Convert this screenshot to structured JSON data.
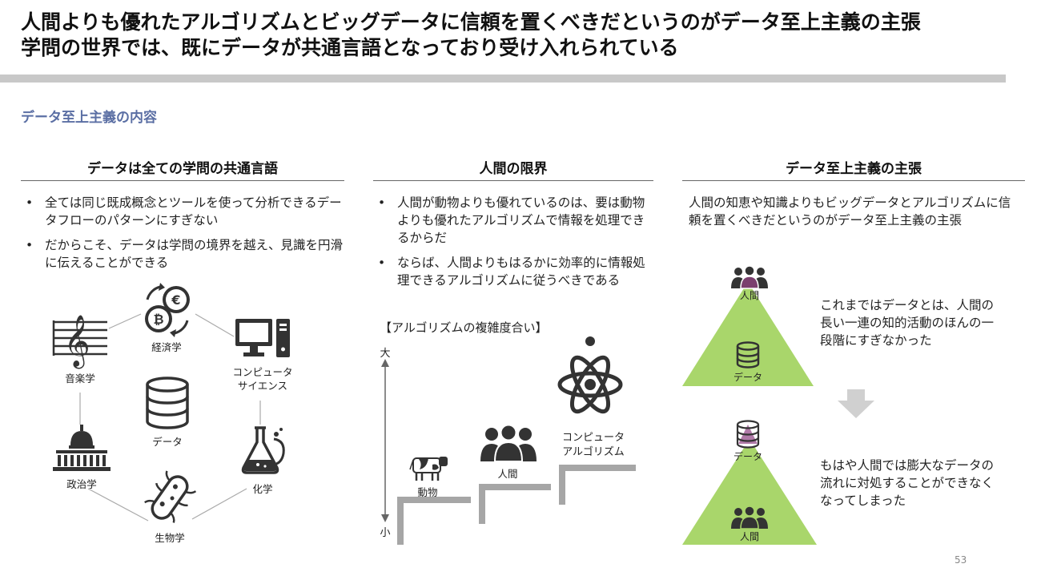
{
  "title": {
    "line1": "人間よりも優れたアルゴリズムとビッグデータに信頼を置くべきだというのがデータ至上主義の主張",
    "line2": "学問の世界では、既にデータが共通言語となっており受け入れられている"
  },
  "subtitle": "データ至上主義の内容",
  "col1": {
    "heading": "データは全ての学問の共通言語",
    "bullets": [
      "全ては同じ既成概念とツールを使って分析できるデータフローのパターンにすぎない",
      "だからこそ、データは学問の境界を越え、見識を円滑に伝えることができる"
    ],
    "diagram": {
      "economics": "経済学",
      "music": "音楽学",
      "computer_line1": "コンピュータ",
      "computer_line2": "サイエンス",
      "data": "データ",
      "politics": "政治学",
      "chemistry": "化学",
      "biology": "生物学"
    }
  },
  "col2": {
    "heading": "人間の限界",
    "bullets": [
      "人間が動物よりも優れているのは、要は動物よりも優れたアルゴリズムで情報を処理できるからだ",
      "ならば、人間よりもはるかに効率的に情報処理できるアルゴリズムに従うべきである"
    ],
    "complexity_label": "【アルゴリズムの複雑度合い】",
    "axis_high": "大",
    "axis_low": "小",
    "steps": {
      "animal": "動物",
      "human": "人間",
      "computer_line1": "コンピュータ",
      "computer_line2": "アルゴリズム"
    }
  },
  "col3": {
    "heading": "データ至上主義の主張",
    "paragraph": "人間の知恵や知識よりもビッグデータとアルゴリズムに信頼を置くべきだというのがデータ至上主義の主張",
    "top_triangle": {
      "human": "人間",
      "data": "データ"
    },
    "top_text": "これまではデータとは、人間の長い一連の知的活動のほんの一段階にすぎなかった",
    "bottom_triangle": {
      "data": "データ",
      "human": "人間"
    },
    "bottom_text": "もはや人間では膨大なデータの流れに対処することができなくなってしまった"
  },
  "page_number": "53",
  "colors": {
    "accent": "#5b6fa4",
    "triangle": "#a9d66b",
    "icon": "#333333",
    "bar": "#c8c8c8"
  }
}
